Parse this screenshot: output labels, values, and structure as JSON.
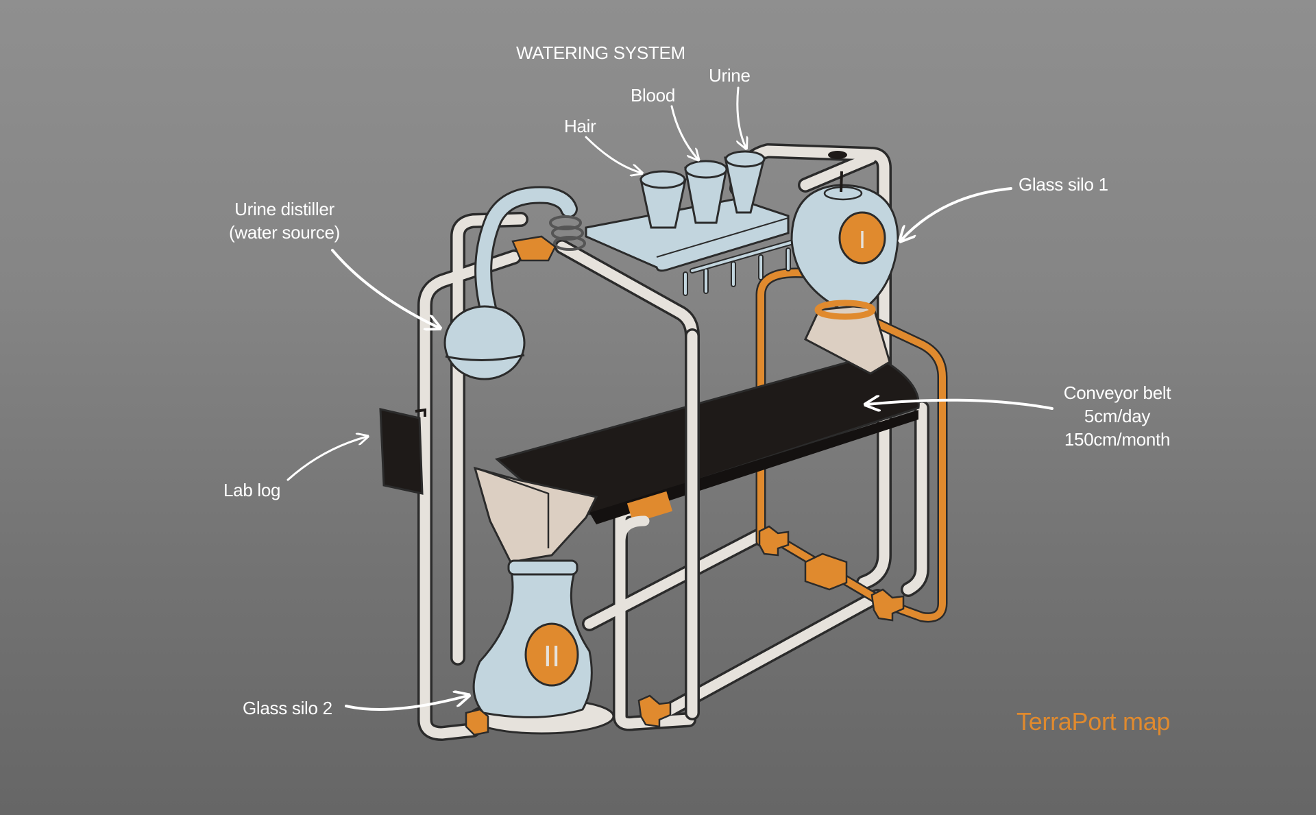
{
  "title": "WATERING SYSTEM",
  "brand": "TerraPort map",
  "labels": {
    "hair": "Hair",
    "blood": "Blood",
    "urine": "Urine",
    "urine_distiller": [
      "Urine distiller",
      "(water source)"
    ],
    "glass_silo_1": "Glass silo 1",
    "conveyor_belt": [
      "Conveyor belt",
      "5cm/day",
      "150cm/month"
    ],
    "lab_log": "Lab log",
    "glass_silo_2": "Glass silo 2"
  },
  "silo_markers": {
    "silo_1": "I",
    "silo_2": "II"
  },
  "colors": {
    "background_top": "#8f8f8f",
    "background_bottom": "#666666",
    "pipe": "#e6e2dc",
    "glass": "#c2d5de",
    "orange": "#e08a2e",
    "belt": "#1e1a18",
    "funnel": "#dccfc2",
    "outline": "#2b2b2b",
    "text": "#ffffff"
  }
}
